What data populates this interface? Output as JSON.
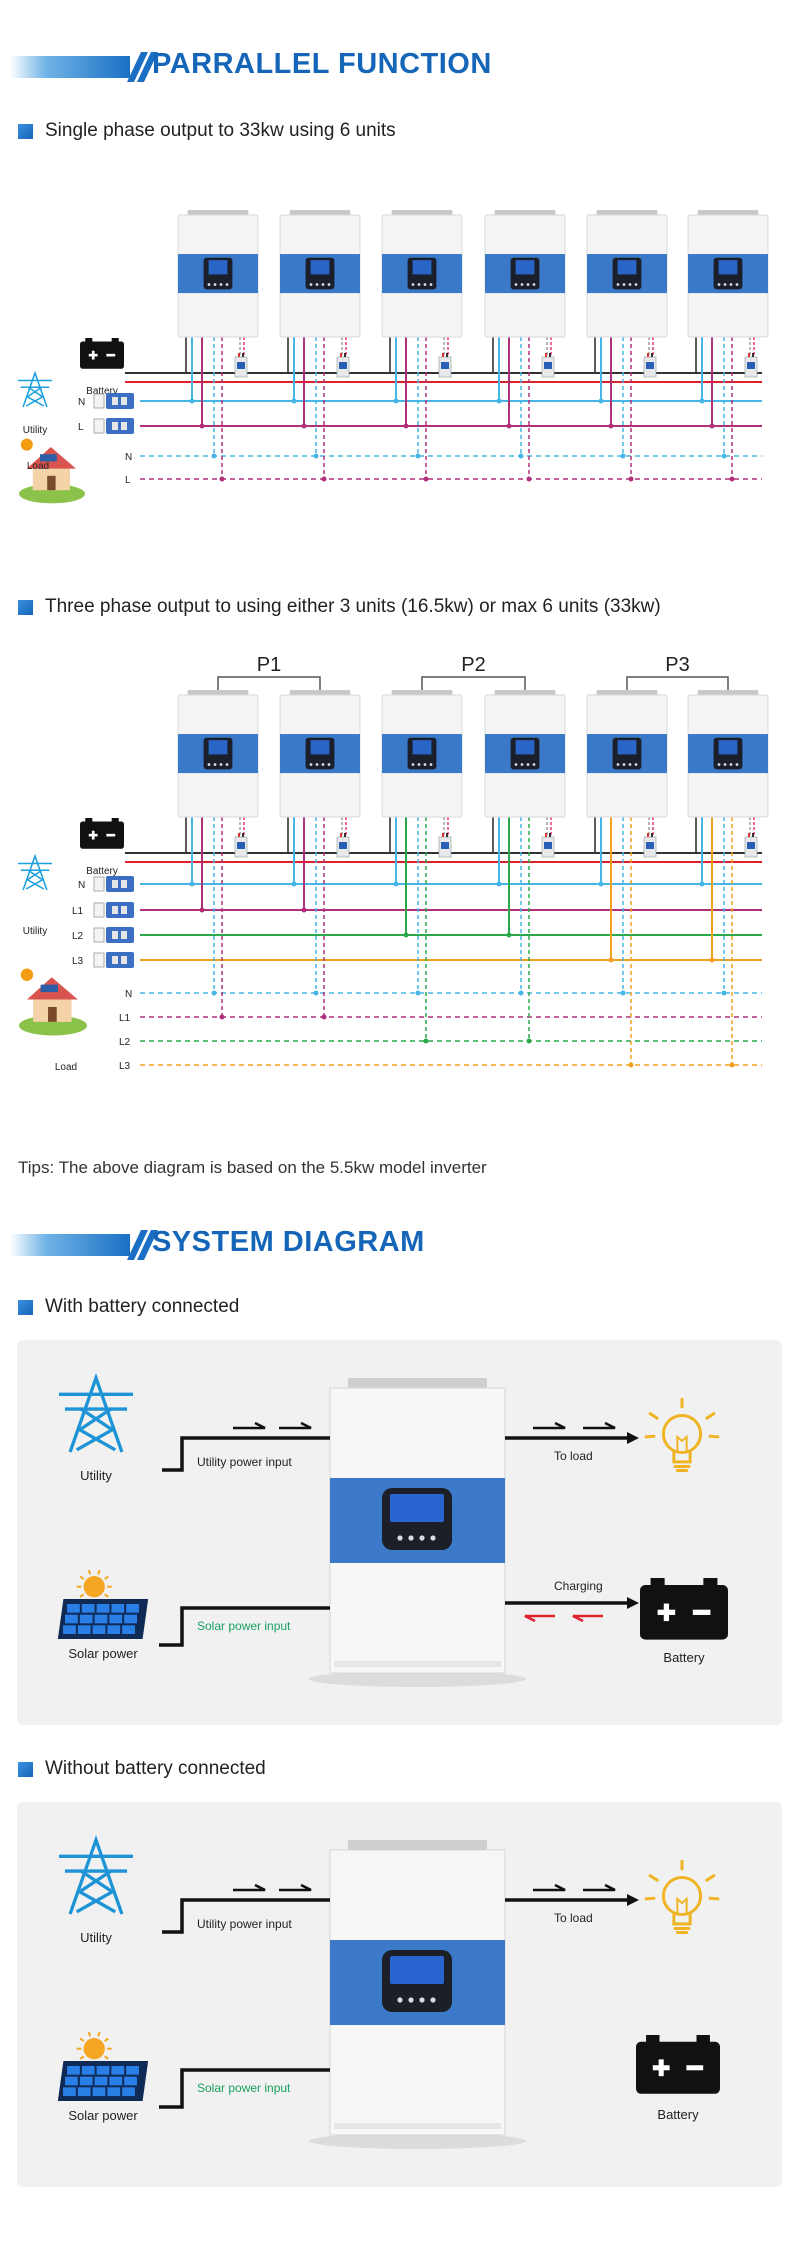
{
  "parallel": {
    "title": "PARRALLEL FUNCTION",
    "single_phase_heading": "Single phase output to 33kw using 6 units",
    "three_phase_heading": "Three phase output to using either 3 units (16.5kw) or max 6 units (33kw)",
    "labels": {
      "battery": "Battery",
      "utility": "Utility",
      "load": "Load",
      "n": "N",
      "l": "L",
      "l1": "L1",
      "l2": "L2",
      "l3": "L3"
    },
    "phase_groups": [
      "P1",
      "P2",
      "P3"
    ],
    "tips": "Tips: The above diagram is based on the 5.5kw model inverter",
    "colors": {
      "battery_black": "#333333",
      "battery_red": "#e0202a",
      "neutral_blue": "#45b6e6",
      "line_magenta": "#b0307a",
      "l2_green": "#2aa84a",
      "l3_orange": "#f2a020",
      "inverter_blue": "#3a78c8"
    }
  },
  "system": {
    "title": "SYSTEM DIAGRAM",
    "with_battery_heading": "With battery connected",
    "without_battery_heading": "Without battery connected",
    "labels": {
      "utility": "Utility",
      "utility_power_input": "Utility power input",
      "solar_power": "Solar power",
      "solar_power_input": "Solar power input",
      "to_load": "To load",
      "charging": "Charging",
      "battery": "Battery"
    }
  }
}
